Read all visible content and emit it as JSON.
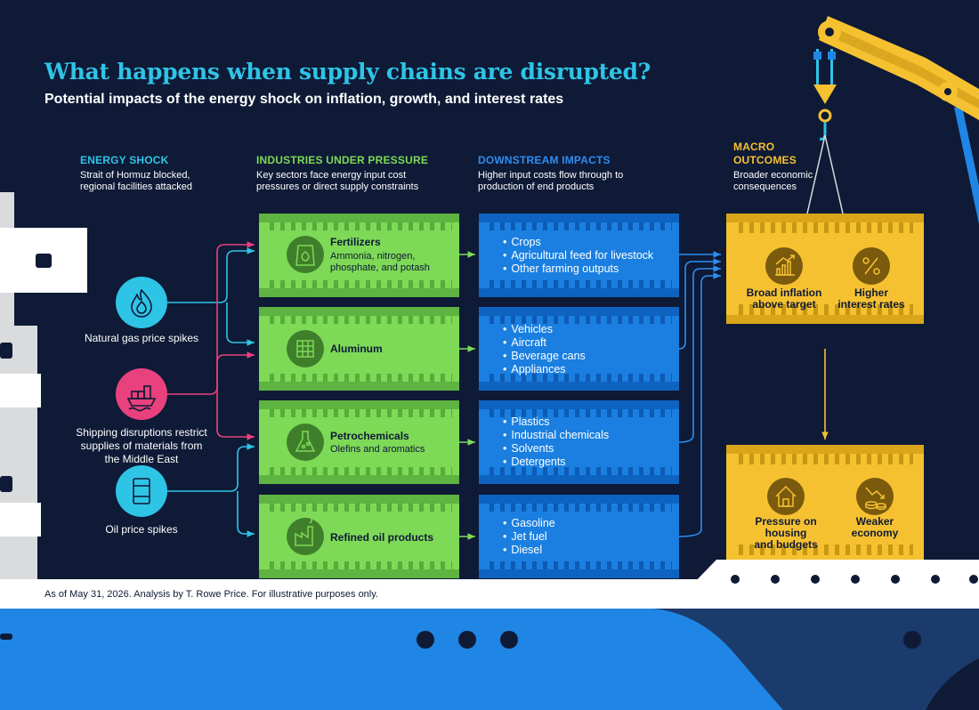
{
  "header": {
    "title": "What happens when supply chains are disrupted?",
    "subtitle": "Potential impacts of the energy shock on inflation, growth, and interest rates"
  },
  "columns": {
    "energy_shock": {
      "title": "ENERGY SHOCK",
      "description": "Strait of Hormuz blocked,\nregional facilities attacked"
    },
    "industries": {
      "title": "INDUSTRIES UNDER PRESSURE",
      "description": "Key sectors face energy input cost\npressures or direct supply constraints"
    },
    "downstream": {
      "title": "DOWNSTREAM IMPACTS",
      "description": "Higher input costs flow through to\nproduction of end products"
    },
    "macro": {
      "title": "MACRO\nOUTCOMES",
      "description": "Broader economic\nconsequences"
    }
  },
  "shocks": [
    {
      "label": "Natural gas price spikes",
      "icon": "flame-icon",
      "color": "#2ec4e6"
    },
    {
      "label": "Shipping disruptions restrict\nsupplies of materials from\nthe Middle East",
      "icon": "cargo-ship-icon",
      "color": "#e8417e"
    },
    {
      "label": "Oil price spikes",
      "icon": "oil-barrel-icon",
      "color": "#2ec4e6"
    }
  ],
  "industries": [
    {
      "name": "Fertilizers",
      "description": "Ammonia, nitrogen,\nphosphate, and potash",
      "icon": "fertilizer-bag-icon"
    },
    {
      "name": "Aluminum",
      "description": "",
      "icon": "aluminum-block-icon"
    },
    {
      "name": "Petrochemicals",
      "description": "Olefins and aromatics",
      "icon": "flask-icon"
    },
    {
      "name": "Refined oil products",
      "description": "",
      "icon": "refinery-icon"
    }
  ],
  "downstream": [
    {
      "items": [
        "Crops",
        "Agricultural feed for livestock",
        "Other farming outputs"
      ]
    },
    {
      "items": [
        "Vehicles",
        "Aircraft",
        "Beverage cans",
        "Appliances"
      ]
    },
    {
      "items": [
        "Plastics",
        "Industrial chemicals",
        "Solvents",
        "Detergents"
      ]
    },
    {
      "items": [
        "Gasoline",
        "Jet fuel",
        "Diesel"
      ]
    }
  ],
  "macro_outcomes": {
    "top": [
      {
        "label": "Broad inflation\nabove target",
        "icon": "rising-chart-icon"
      },
      {
        "label": "Higher\ninterest rates",
        "icon": "percent-icon"
      }
    ],
    "bottom": [
      {
        "label": "Pressure on\nhousing\nand budgets",
        "icon": "house-icon"
      },
      {
        "label": "Weaker\neconomy",
        "icon": "falling-coins-icon"
      }
    ]
  },
  "footnote": "As of May 31, 2026. Analysis by T. Rowe Price. For illustrative purposes only.",
  "colors": {
    "background": "#0e1a36",
    "cyan": "#2ec4e6",
    "pink": "#e8417e",
    "green_container": "#7ed957",
    "blue_container": "#1a7fe0",
    "yellow_container": "#f6c131",
    "ship_blue": "#1f86e5",
    "ship_grey": "#d9dbdd"
  }
}
